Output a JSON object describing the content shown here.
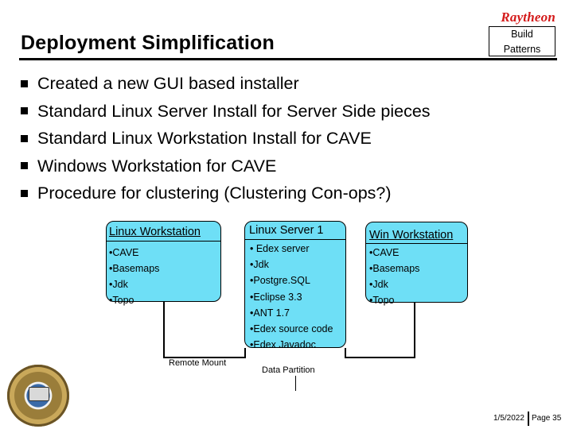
{
  "header": {
    "logo_text": "Raytheon",
    "title": "Deployment Simplification",
    "tag_line1": "Build",
    "tag_line2": "Patterns"
  },
  "bullets": [
    "Created a new GUI based installer",
    "Standard Linux Server Install for Server Side pieces",
    "Standard Linux Workstation Install for CAVE",
    "Windows Workstation for CAVE",
    "Procedure for clustering (Clustering Con-ops?)"
  ],
  "diagram": {
    "linux_workstation": {
      "title": "Linux Workstation",
      "items": [
        "•CAVE",
        "•Basemaps",
        "•Jdk",
        "•Topo"
      ]
    },
    "linux_server": {
      "title": "Linux Server 1",
      "items": [
        "• Edex server",
        "•Jdk",
        "•Postgre.SQL",
        "•Eclipse 3.3",
        "•ANT 1.7",
        "•Edex source code",
        "•Edex Javadoc"
      ]
    },
    "win_workstation": {
      "title": "Win Workstation",
      "items": [
        "•CAVE",
        "•Basemaps",
        "•Jdk",
        "•Topo"
      ]
    },
    "remote_mount_label": "Remote Mount",
    "data_partition_label": "Data Partition"
  },
  "colors": {
    "box_fill": "#6edff6",
    "logo_red": "#d41a1a"
  },
  "footer": {
    "date": "1/5/2022",
    "page": "Page 35"
  }
}
